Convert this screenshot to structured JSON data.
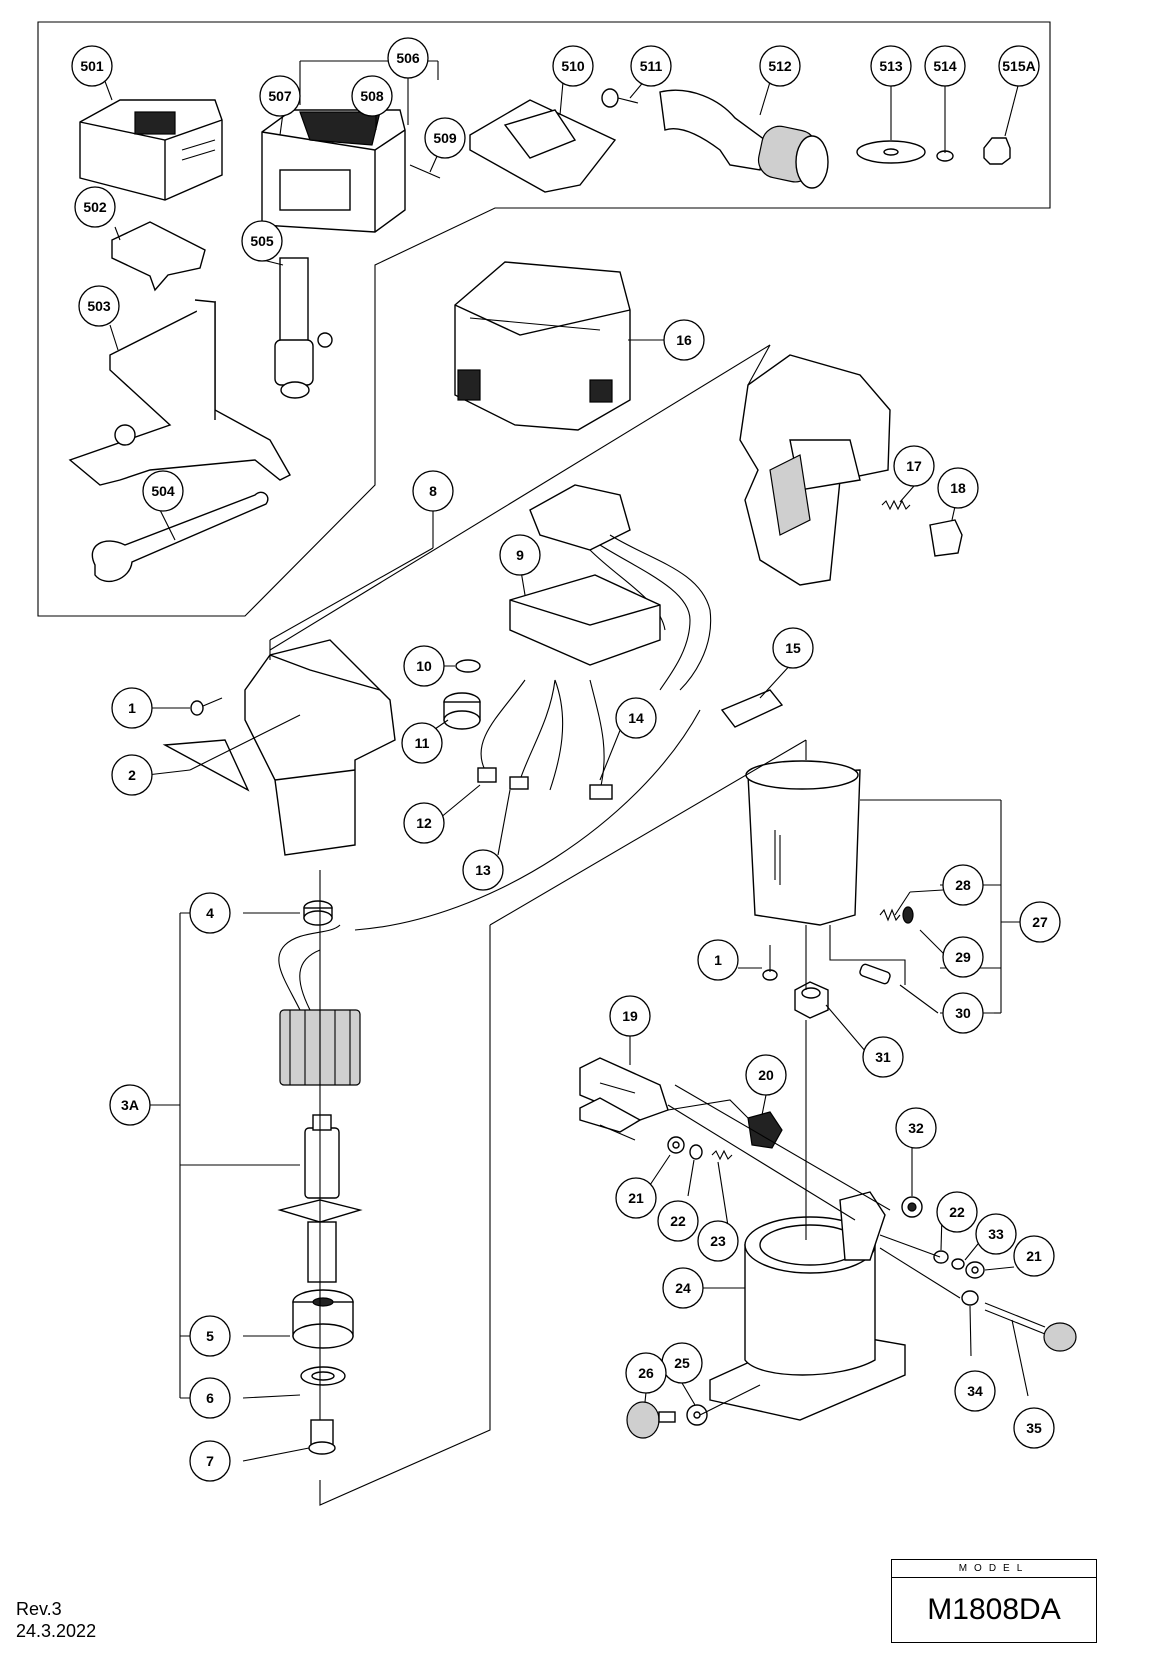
{
  "diagram": {
    "callouts": [
      "1",
      "2",
      "3A",
      "4",
      "5",
      "6",
      "7",
      "8",
      "9",
      "10",
      "11",
      "12",
      "13",
      "14",
      "15",
      "16",
      "17",
      "18",
      "19",
      "20",
      "21",
      "22",
      "23",
      "24",
      "25",
      "26",
      "27",
      "28",
      "29",
      "30",
      "31",
      "32",
      "33",
      "34",
      "35",
      "501",
      "502",
      "503",
      "504",
      "505",
      "506",
      "507",
      "508",
      "509",
      "510",
      "511",
      "512",
      "513",
      "514",
      "515A"
    ]
  },
  "model": {
    "label": "MODEL",
    "value": "M1808DA"
  },
  "revision": {
    "rev": "Rev.3",
    "date": "24.3.2022"
  }
}
